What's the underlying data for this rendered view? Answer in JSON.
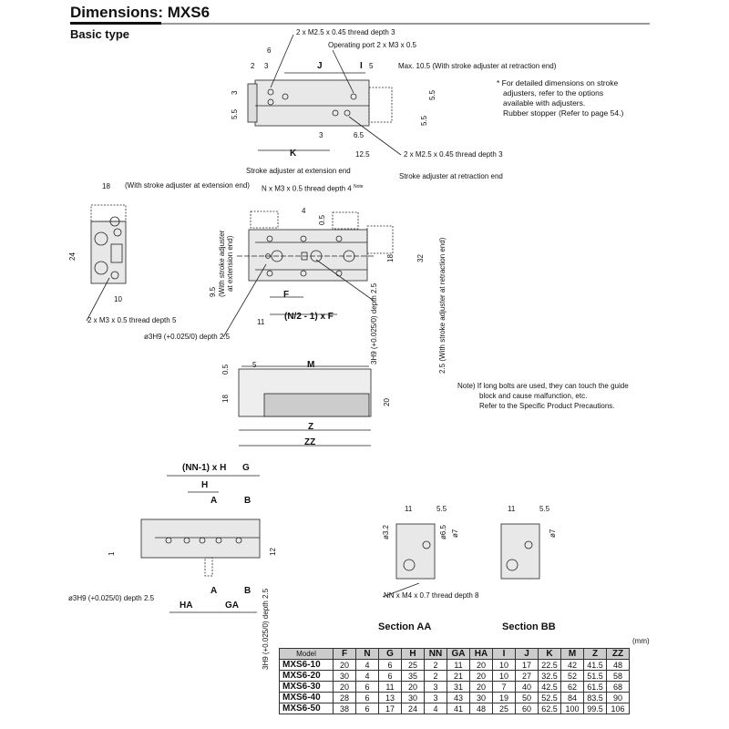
{
  "header": {
    "title": "Dimensions: MXS6",
    "subtitle": "Basic type"
  },
  "top_view": {
    "thread_top": "2 x M2.5 x 0.45 thread depth 3",
    "port": "Operating port 2 x M3 x 0.5",
    "d6": "6",
    "d2": "2",
    "d3": "3",
    "J": "J",
    "I": "I",
    "d5": "5",
    "max": "Max. 10.5 (With stroke adjuster at retraction end)",
    "v3": "3",
    "v55a": "5.5",
    "v55b": "5.5",
    "v55c": "5.5",
    "b3": "3",
    "b65": "6.5",
    "K": "K",
    "b125": "12.5",
    "thread_bottom": "2 x M2.5 x 0.45 thread depth 3"
  },
  "adjuster_note": [
    "* For detailed dimensions on stroke",
    "adjusters, refer to the options",
    "available with adjusters.",
    "Rubber stopper (Refer to page 54.)"
  ],
  "end_view": {
    "d18": "18",
    "ext": "(With stroke adjuster at extension end)",
    "d24": "24",
    "d10": "10",
    "thread": "2 x M3 x 0.5 thread depth 5"
  },
  "front_view": {
    "ext_label": "Stroke adjuster at extension end",
    "ret_label": "Stroke adjuster at retraction end",
    "n_thread": "N x M3 x 0.5 thread depth 4",
    "note_sup": "Note",
    "d4": "4",
    "d05": "0.5",
    "d18": "18",
    "d32": "32",
    "d95": "9.5",
    "ext_rot1": "(With stroke adjuster",
    "ext_rot2": "at extension end)",
    "F": "F",
    "d11": "11",
    "nf": "(N/2 - 1) x F",
    "pin": "ø3H9 (+0.025/0) depth 2.5",
    "slot": "3H9 (+0.025/0) depth 2.5",
    "ret_rot": "2.5 (With stroke adjuster at retraction end)"
  },
  "side_view": {
    "d05": "0.5",
    "d5": "5",
    "M": "M",
    "d18": "18",
    "d20": "20",
    "Z": "Z",
    "ZZ": "ZZ"
  },
  "long_bolt_note": [
    "Note) If long bolts are used, they can touch the guide",
    "block and cause malfunction, etc.",
    "Refer to the Specific Product Precautions."
  ],
  "bottom_view": {
    "nnh": "(NN-1) x H",
    "G": "G",
    "H": "H",
    "A1": "A",
    "B1": "B",
    "d1": "1",
    "d12": "12",
    "A2": "A",
    "B2": "B",
    "HA": "HA",
    "GA": "GA",
    "pin": "ø3H9 (+0.025/0) depth 2.5",
    "slot": "3H9 (+0.025/0) depth 2.5"
  },
  "section_aa": {
    "title": "Section AA",
    "d11": "11",
    "d55": "5.5",
    "d32": "ø3.2",
    "d65": "ø6.5",
    "d7": "ø7",
    "thread": "NN x M4 x 0.7 thread depth 8"
  },
  "section_bb": {
    "title": "Section BB",
    "d11": "11",
    "d55": "5.5",
    "d7": "ø7"
  },
  "table": {
    "unit": "(mm)",
    "headers": [
      "Model",
      "F",
      "N",
      "G",
      "H",
      "NN",
      "GA",
      "HA",
      "I",
      "J",
      "K",
      "M",
      "Z",
      "ZZ"
    ],
    "rows": [
      [
        "MXS6-10",
        "20",
        "4",
        "6",
        "25",
        "2",
        "11",
        "20",
        "10",
        "17",
        "22.5",
        "42",
        "41.5",
        "48"
      ],
      [
        "MXS6-20",
        "30",
        "4",
        "6",
        "35",
        "2",
        "21",
        "20",
        "10",
        "27",
        "32.5",
        "52",
        "51.5",
        "58"
      ],
      [
        "MXS6-30",
        "20",
        "6",
        "11",
        "20",
        "3",
        "31",
        "20",
        "7",
        "40",
        "42.5",
        "62",
        "61.5",
        "68"
      ],
      [
        "MXS6-40",
        "28",
        "6",
        "13",
        "30",
        "3",
        "43",
        "30",
        "19",
        "50",
        "52.5",
        "84",
        "83.5",
        "90"
      ],
      [
        "MXS6-50",
        "38",
        "6",
        "17",
        "24",
        "4",
        "41",
        "48",
        "25",
        "60",
        "62.5",
        "100",
        "99.5",
        "106"
      ]
    ]
  }
}
